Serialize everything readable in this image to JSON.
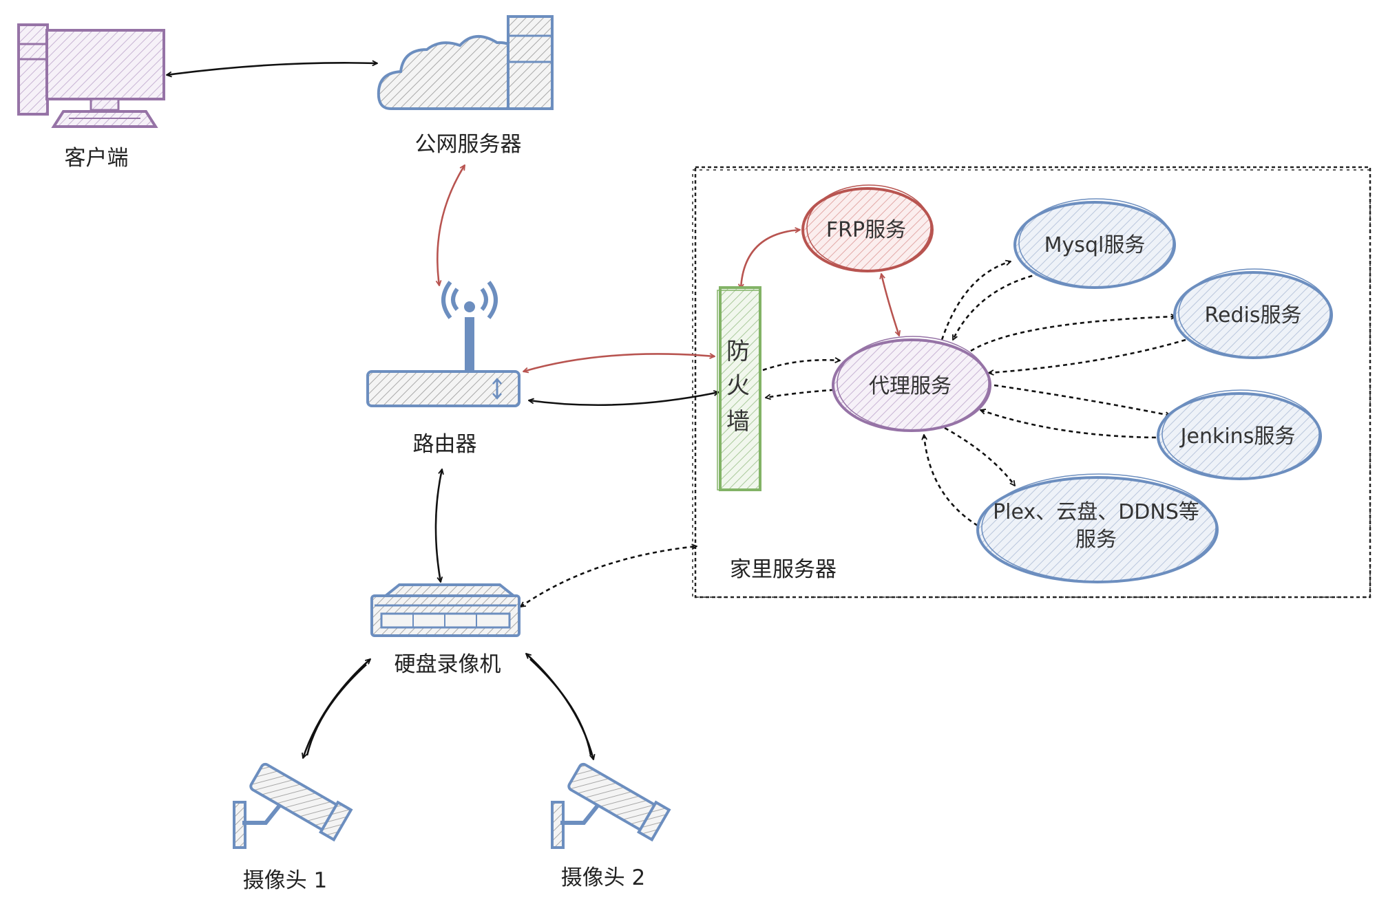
{
  "nodes": {
    "client": {
      "label": "客户端"
    },
    "public_server": {
      "label": "公网服务器"
    },
    "router": {
      "label": "路由器"
    },
    "nvr": {
      "label": "硬盘录像机"
    },
    "camera1": {
      "label": "摄像头 1"
    },
    "camera2": {
      "label": "摄像头 2"
    },
    "firewall": {
      "label_chars": [
        "防",
        "火",
        "墙"
      ]
    },
    "home_server_group": {
      "label": "家里服务器"
    }
  },
  "services": {
    "frp": {
      "label": "FRP服务"
    },
    "proxy": {
      "label": "代理服务"
    },
    "mysql": {
      "label": "Mysql服务"
    },
    "redis": {
      "label": "Redis服务"
    },
    "jenkins": {
      "label": "Jenkins服务"
    },
    "plex": {
      "line1": "Plex、云盘、DDNS等",
      "line2": "服务"
    }
  },
  "edges": [
    {
      "from": "client",
      "to": "public_server",
      "style": "solid",
      "color": "#111111",
      "direction": "both"
    },
    {
      "from": "public_server",
      "to": "router",
      "style": "solid",
      "color": "#b85450",
      "direction": "both"
    },
    {
      "from": "router",
      "to": "firewall",
      "style": "solid",
      "color": "#b85450",
      "direction": "both"
    },
    {
      "from": "router",
      "to": "firewall",
      "style": "solid",
      "color": "#111111",
      "direction": "both"
    },
    {
      "from": "firewall",
      "to": "frp",
      "style": "solid",
      "color": "#b85450",
      "direction": "both"
    },
    {
      "from": "frp",
      "to": "proxy",
      "style": "solid",
      "color": "#b85450",
      "direction": "both"
    },
    {
      "from": "firewall",
      "to": "proxy",
      "style": "dashed",
      "color": "#111111",
      "direction": "both"
    },
    {
      "from": "proxy",
      "to": "mysql",
      "style": "dashed",
      "color": "#111111",
      "direction": "both"
    },
    {
      "from": "proxy",
      "to": "redis",
      "style": "dashed",
      "color": "#111111",
      "direction": "both"
    },
    {
      "from": "proxy",
      "to": "jenkins",
      "style": "dashed",
      "color": "#111111",
      "direction": "both"
    },
    {
      "from": "proxy",
      "to": "plex",
      "style": "dashed",
      "color": "#111111",
      "direction": "both"
    },
    {
      "from": "router",
      "to": "nvr",
      "style": "solid",
      "color": "#111111",
      "direction": "both"
    },
    {
      "from": "nvr",
      "to": "home_server_group",
      "style": "dashed",
      "color": "#111111",
      "direction": "both"
    },
    {
      "from": "nvr",
      "to": "camera1",
      "style": "solid",
      "color": "#111111",
      "direction": "both"
    },
    {
      "from": "nvr",
      "to": "camera2",
      "style": "solid",
      "color": "#111111",
      "direction": "both"
    }
  ],
  "colors": {
    "blue_stroke": "#6c8ebf",
    "purple_stroke": "#9673a6",
    "red_stroke": "#b85450",
    "green_stroke": "#82b366",
    "arrow_black": "#111111"
  },
  "icons": {
    "client": "desktop-computer-icon",
    "public_server": "cloud-server-icon",
    "router": "wireless-router-icon",
    "nvr": "network-video-recorder-icon",
    "camera": "security-camera-icon"
  }
}
